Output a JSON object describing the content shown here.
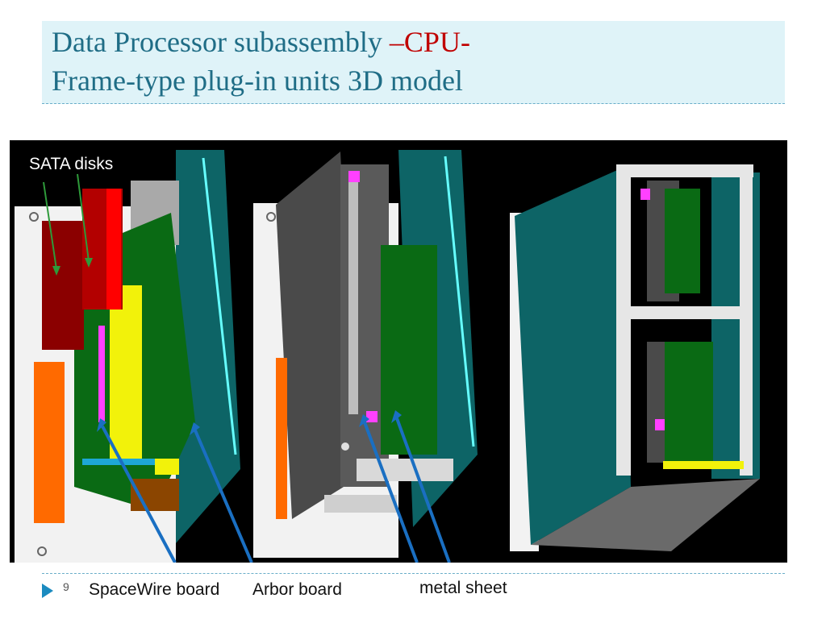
{
  "slide": {
    "title_line1": "Data Processor subassembly ",
    "title_accent": "–CPU-",
    "title_line2": "Frame-type plug-in units 3D model",
    "page_number": "9"
  },
  "callouts": {
    "sata_disks": "SATA disks",
    "spacewire_board": "SpaceWire board",
    "arbor_board": "Arbor board",
    "metal_sheet": "metal sheet"
  },
  "colors": {
    "title": "#1f6d86",
    "accent": "#c00000",
    "title_bg": "#dff3f8",
    "arrow_blue": "#1a6fc2",
    "arrow_green": "#2e9a3a",
    "pcb_green": "#0a6a14",
    "panel_teal": "#0d6466"
  }
}
